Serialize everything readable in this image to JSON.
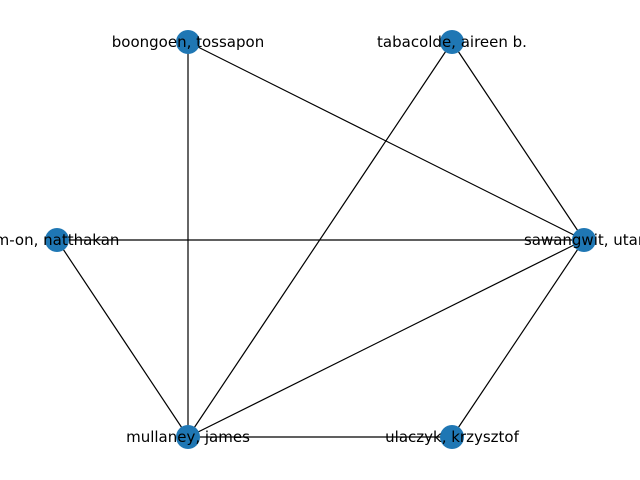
{
  "graph": {
    "node_color": "#1f77b4",
    "edge_color": "#000000",
    "nodes": [
      {
        "id": "boongoen",
        "label": "boongoen, tossapon"
      },
      {
        "id": "tabacolde",
        "label": "tabacolde, aireen b."
      },
      {
        "id": "natthakan",
        "label": "m-on, natthakan"
      },
      {
        "id": "sawangwit",
        "label": "sawangwit, utar"
      },
      {
        "id": "mullaney",
        "label": "mullaney, james"
      },
      {
        "id": "ulaczyk",
        "label": "ulaczyk, krzysztof"
      }
    ],
    "edges": [
      [
        "boongoen",
        "mullaney"
      ],
      [
        "boongoen",
        "sawangwit"
      ],
      [
        "tabacolde",
        "mullaney"
      ],
      [
        "tabacolde",
        "sawangwit"
      ],
      [
        "natthakan",
        "sawangwit"
      ],
      [
        "natthakan",
        "mullaney"
      ],
      [
        "sawangwit",
        "mullaney"
      ],
      [
        "sawangwit",
        "ulaczyk"
      ],
      [
        "mullaney",
        "ulaczyk"
      ]
    ]
  }
}
